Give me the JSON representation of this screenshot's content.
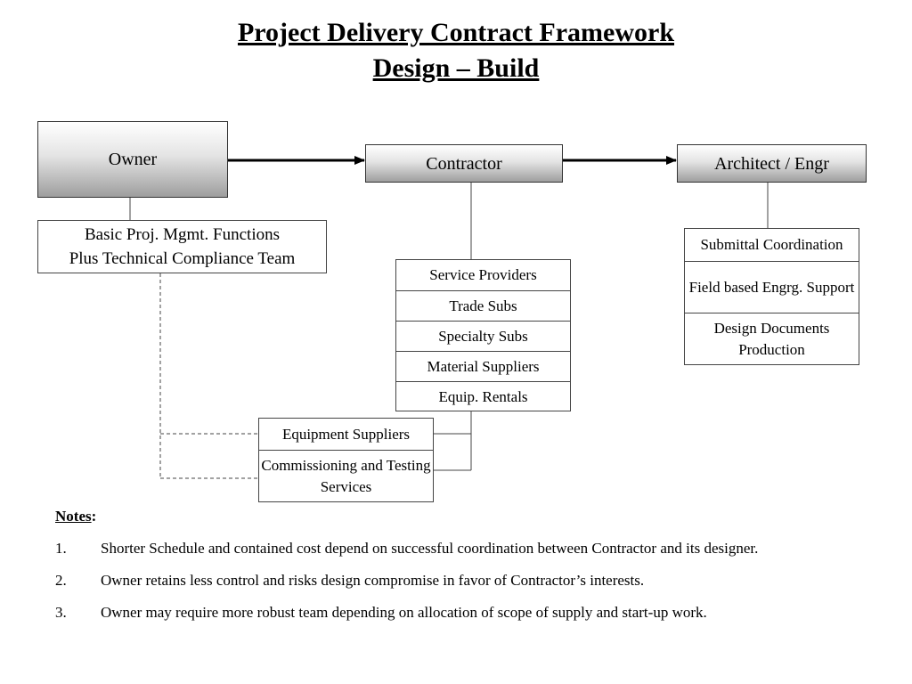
{
  "title": {
    "line1": "Project Delivery Contract Framework",
    "line2": "Design – Build"
  },
  "nodes": {
    "owner": "Owner",
    "contractor": "Contractor",
    "architect": "Architect / Engr",
    "basic_mgmt": {
      "line1": "Basic Proj. Mgmt. Functions",
      "line2": "Plus Technical Compliance Team"
    }
  },
  "contractor_items": [
    "Service Providers",
    "Trade Subs",
    "Specialty Subs",
    "Material Suppliers",
    "Equip. Rentals"
  ],
  "architect_items": [
    "Submittal Coordination",
    "Field based Engrg. Support",
    "Design Documents Production"
  ],
  "equipment_items": [
    "Equipment Suppliers",
    "Commissioning and Testing Services"
  ],
  "notes": {
    "heading": "Notes",
    "heading_suffix": ":",
    "items": [
      {
        "num": "1.",
        "text": "Shorter Schedule and contained cost depend on successful coordination between Contractor and its designer."
      },
      {
        "num": "2.",
        "text": "Owner retains less control and risks design compromise in favor of Contractor’s interests."
      },
      {
        "num": "3.",
        "text": "Owner may require more robust team depending on allocation of scope of supply and start-up work."
      }
    ]
  }
}
